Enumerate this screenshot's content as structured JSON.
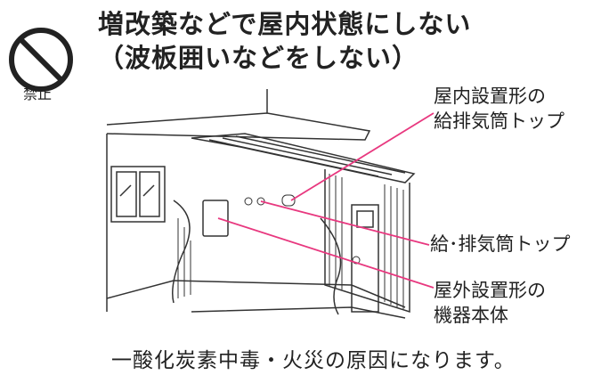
{
  "prohibition": {
    "icon": "prohibited-icon",
    "label": "禁止"
  },
  "title": {
    "line1": "増改築などで屋内状態にしない",
    "line2": "（波板囲いなどをしない）"
  },
  "callouts": {
    "indoor_flue_top": {
      "line1": "屋内設置形の",
      "line2": "給排気筒トップ"
    },
    "flue_top": {
      "line1": "給･排気筒トップ"
    },
    "outdoor_unit": {
      "line1": "屋外設置形の",
      "line2": "機器本体"
    }
  },
  "footer": "一酸化炭素中毒・火災の原因になります。",
  "colors": {
    "leader_line": "#e8387f",
    "line_art": "#333333"
  }
}
